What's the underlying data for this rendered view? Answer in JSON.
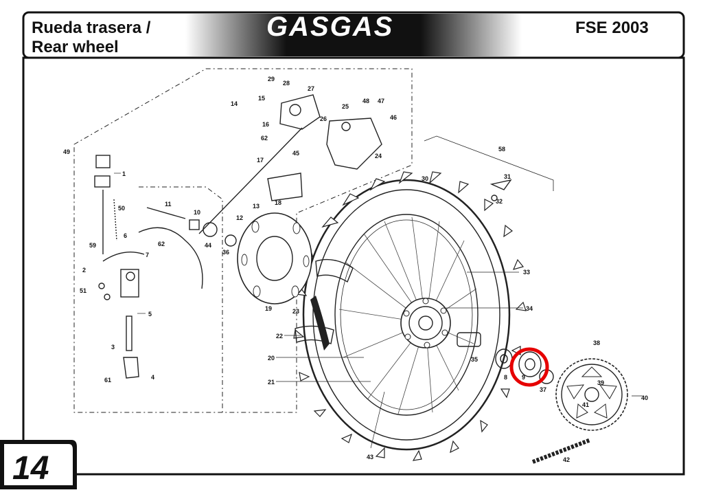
{
  "header": {
    "title_line1": "Rueda trasera /",
    "title_line2": "Rear wheel",
    "brand": "GASGAS",
    "model": "FSE 2003"
  },
  "page_number": "14",
  "highlight_color": "#e60000",
  "callouts": [
    "1",
    "2",
    "3",
    "4",
    "5",
    "6",
    "7",
    "8",
    "9",
    "10",
    "11",
    "12",
    "13",
    "14",
    "15",
    "16",
    "17",
    "18",
    "19",
    "20",
    "21",
    "22",
    "23",
    "24",
    "25",
    "26",
    "27",
    "28",
    "29",
    "30",
    "31",
    "32",
    "33",
    "34",
    "35",
    "36",
    "37",
    "38",
    "39",
    "40",
    "41",
    "42",
    "43",
    "44",
    "45",
    "46",
    "47",
    "48",
    "49",
    "50",
    "51",
    "59",
    "61",
    "62",
    "62",
    "58"
  ]
}
